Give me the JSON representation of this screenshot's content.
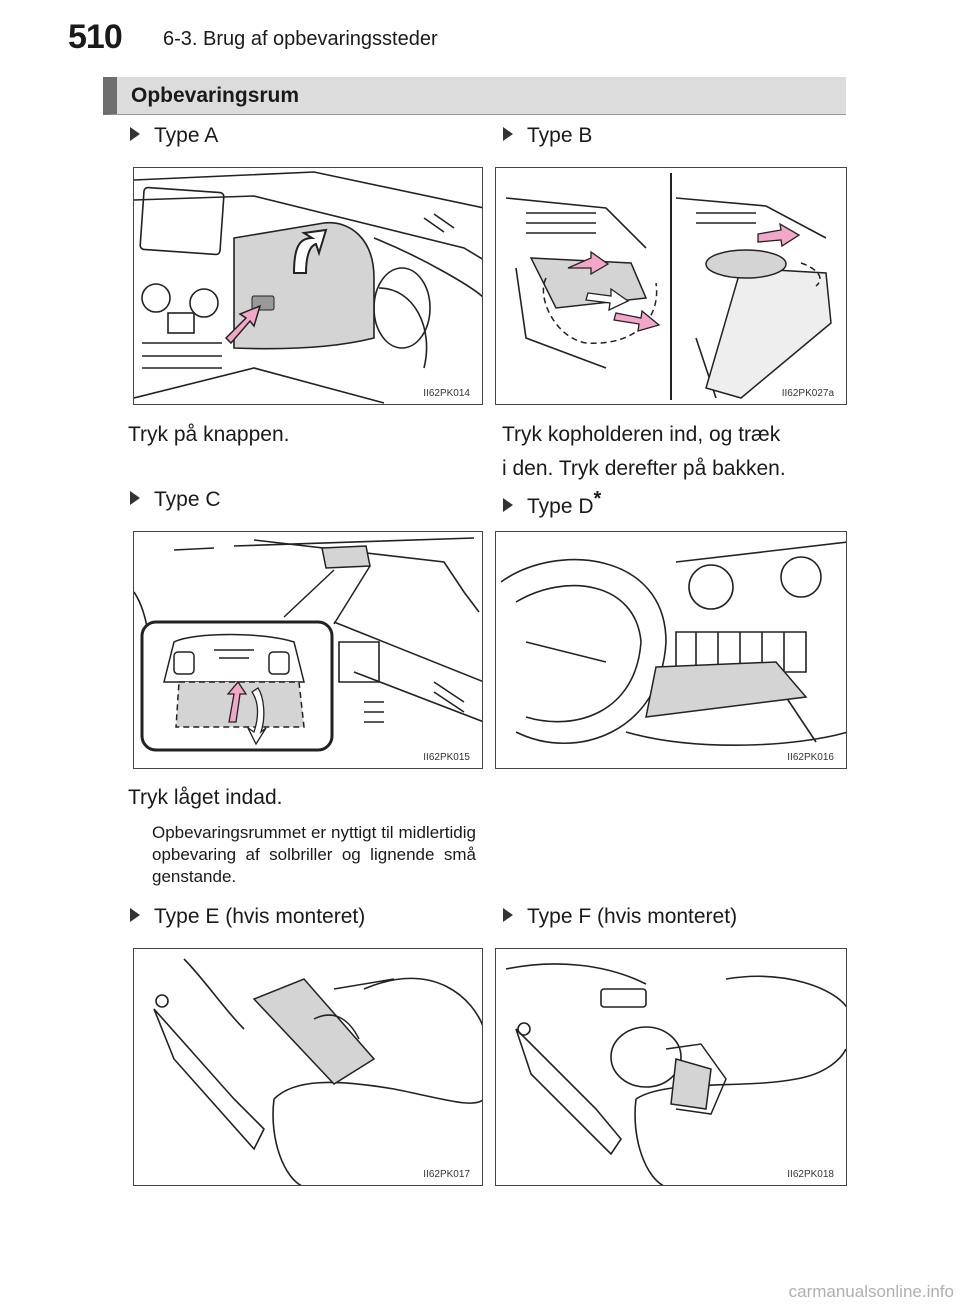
{
  "header": {
    "page_number": "510",
    "section": "6-3. Brug af opbevaringssteder"
  },
  "section_title": "Opbevaringsrum",
  "types": [
    {
      "heading": "Type A",
      "figure_code": "II62PK014",
      "caption": "Tryk på knappen."
    },
    {
      "heading": "Type B",
      "figure_code": "II62PK027a",
      "caption_lines": [
        "Tryk kopholderen ind, og træk",
        "i den. Tryk derefter på bakken."
      ]
    },
    {
      "heading": "Type C",
      "figure_code": "II62PK015",
      "caption": "Tryk låget indad.",
      "note": "Opbevaringsrummet er nyttigt til midlertidig opbevaring af solbriller og lignende små genstande."
    },
    {
      "heading": "Type D",
      "heading_mark": "*",
      "figure_code": "II62PK016"
    },
    {
      "heading": "Type E (hvis monteret)",
      "figure_code": "II62PK017"
    },
    {
      "heading": "Type F (hvis monteret)",
      "figure_code": "II62PK018"
    }
  ],
  "watermark": "carmanualsonline.info",
  "colors": {
    "highlight": "#d4d4d4",
    "arrow": "#f2a7c9",
    "title_bar": "#dcdcdc",
    "title_accent": "#6e6e6e"
  }
}
